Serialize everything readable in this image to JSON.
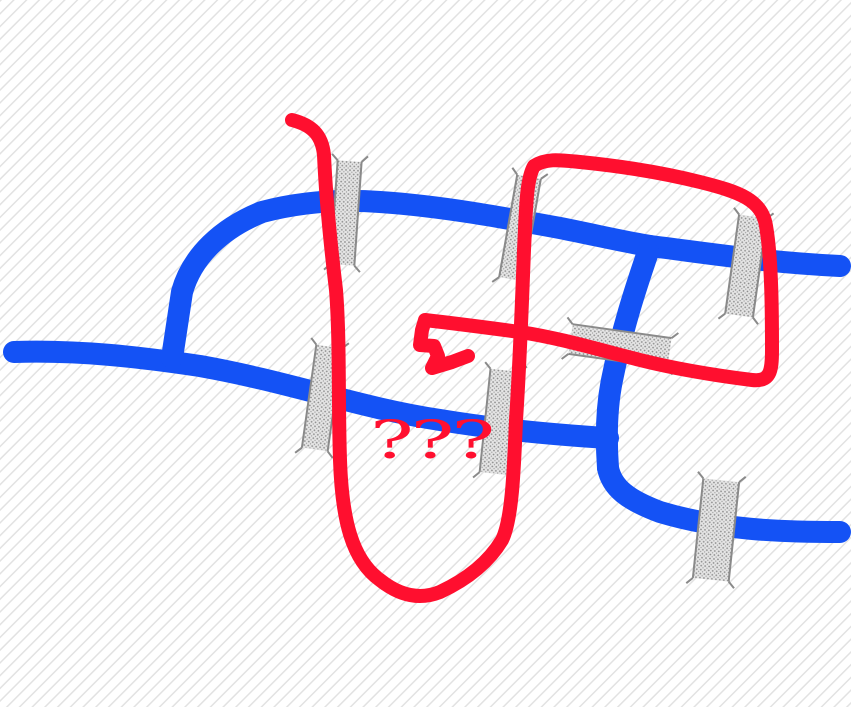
{
  "colors": {
    "river": "#1452f5",
    "path": "#ff0f2f",
    "bridge_fill": "#e6e6e6",
    "bridge_dots": "#8a8a8a",
    "bridge_rail": "#8a8a8a",
    "hatch": "#e2e2e2",
    "background": "#ffffff"
  },
  "annotation": {
    "text": "???"
  },
  "elements": {
    "river_branches": 6,
    "bridges": 7,
    "path_count": 1
  }
}
